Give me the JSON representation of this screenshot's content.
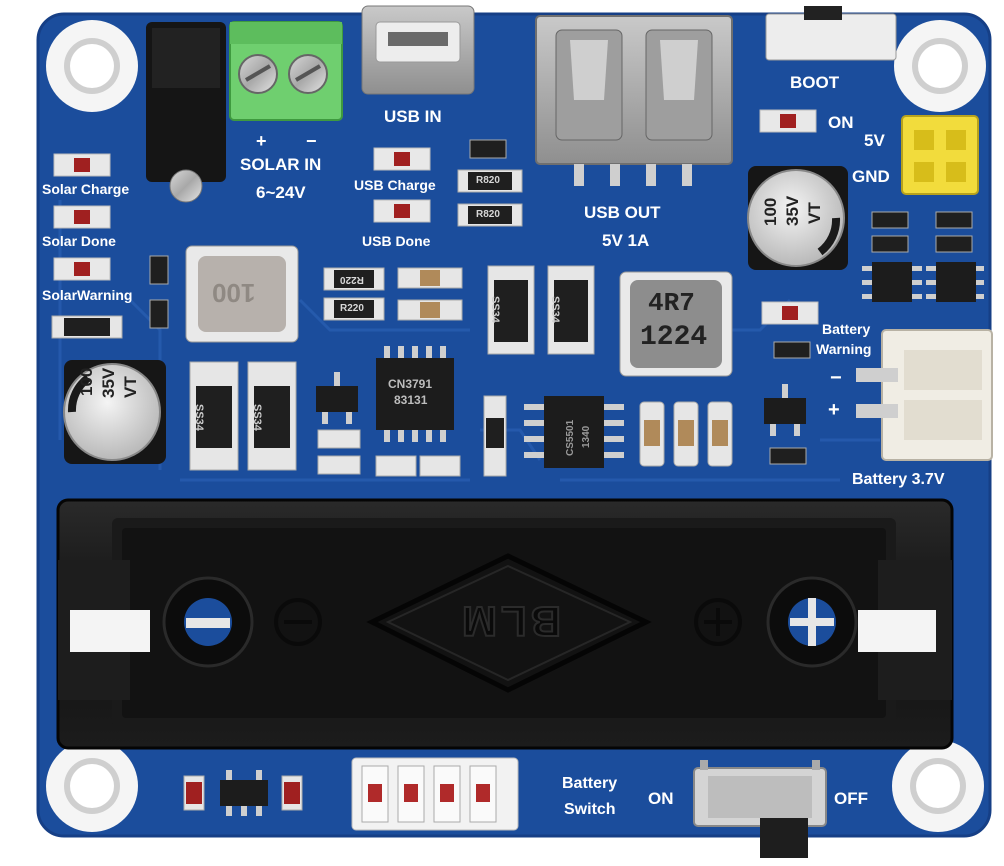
{
  "labels": {
    "solar_in": "SOLAR IN",
    "solar_voltage": "6~24V",
    "solar_plus": "+",
    "solar_minus": "−",
    "usb_in": "USB IN",
    "usb_out": "USB OUT",
    "usb_out_rating": "5V 1A",
    "boot": "BOOT",
    "on_top": "ON",
    "v5": "5V",
    "gnd": "GND",
    "solar_charge": "Solar Charge",
    "solar_done": "Solar Done",
    "solar_warning": "SolarWarning",
    "usb_charge": "USB Charge",
    "usb_done": "USB Done",
    "battery_warning_line1": "Battery",
    "battery_warning_line2": "Warning",
    "batt_minus": "−",
    "batt_plus": "+",
    "battery_voltage": "Battery 3.7V",
    "battery_switch_line1": "Battery",
    "battery_switch_line2": "Switch",
    "switch_on": "ON",
    "switch_off": "OFF"
  },
  "components": {
    "inductor_left": "100",
    "inductor_right_line1": "4R7",
    "inductor_right_line2": "1224",
    "cap_left_line1": "100",
    "cap_left_line2": "35V",
    "cap_left_line3": "VT",
    "cap_right_line1": "100",
    "cap_right_line2": "35V",
    "cap_right_line3": "VT",
    "diode_ss34": "SS34",
    "ic_cn3791_line1": "CN3791",
    "ic_cn3791_line2": "83131",
    "ic_boost_line1": "CS5501",
    "ic_boost_line2": "1340",
    "res_r220": "R220",
    "res_r820": "R820",
    "holder_brand": "BLM"
  },
  "colors": {
    "pcb_blue": "#1b4d9c",
    "pcb_edge": "#163f86",
    "terminal_green": "#6fcf6f",
    "header_yellow": "#f2dc3c",
    "holder_black": "#141414",
    "silk_white": "#ffffff"
  }
}
